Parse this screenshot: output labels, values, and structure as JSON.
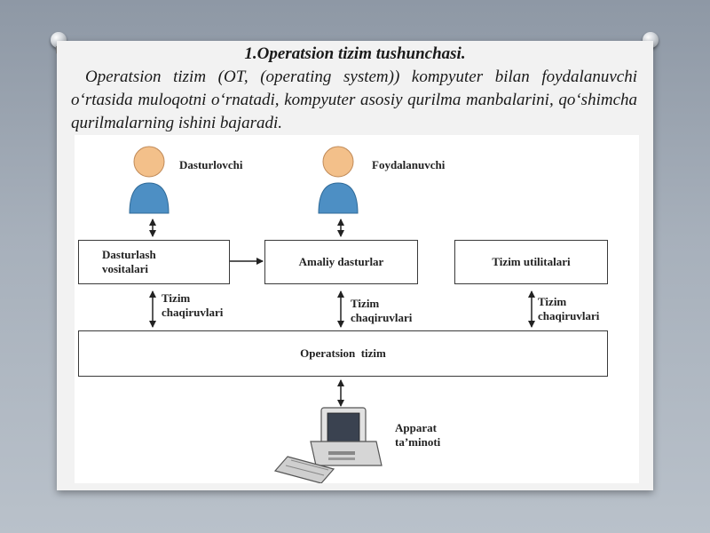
{
  "slide": {
    "title": "1.Operatsion tizim tushunchasi.",
    "paragraph": "Operatsion tizim (OT, (operating system)) kompyuter bilan foydalanuvchi o‘rtasida muloqotni o‘rnatadi, kompyuter asosiy qurilma manbalarini, qo‘shimcha qurilmalarning ishini bajaradi."
  },
  "diagram": {
    "actors": {
      "programmer": "Dasturlovchi",
      "user": "Foydalanuvchi"
    },
    "boxes": {
      "dev_tools_line1": "Dasturlash",
      "dev_tools_line2": "vositalari",
      "applications": "Amaliy dasturlar",
      "utilities": "Tizim utilitalari",
      "os": "Operatsion  tizim"
    },
    "system_calls": {
      "line1": "Tizim",
      "line2": "chaqiruvlari"
    },
    "hardware": {
      "line1": "Apparat",
      "line2": "ta’minoti"
    }
  }
}
